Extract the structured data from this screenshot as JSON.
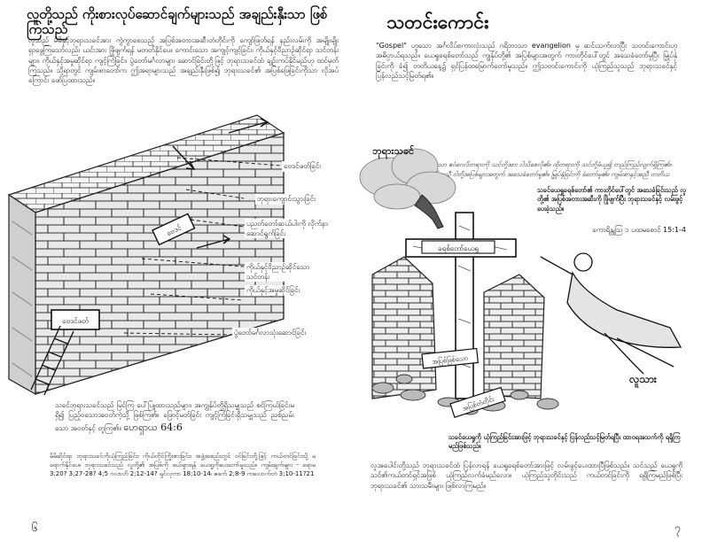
{
  "left_page": {
    "title": "လူတို့သည် ကိုးစားလုပ်ဆောင်ချက်များသည် အချည်းနှီးသာ ဖြစ်ကြသည်",
    "intro": "လူသည် မိမိနှင့်ဘုရားသခင်အား ကွဲကွာစေသည့် အပြစ်အတားအဆီးတံတိုင်းကို ကျော်ဖြတ်ရန် နည်းလမ်းကို အမျိုးမျိုး ရှာဖွေကြသော်လည်း ယင်းအား ဖြိုဖျက်ရန် မတတ်နိုင်ပေ။ ကောင်းသော အကျင့်ကျင့်ခြင်း၊ ကိုယ်နှင့်ဝိညာဉ်ဆိုင်ရာ သင်တန်းများ၊ ကိုယ်နှင့်အမှုဆိုင်ရာ ကျင့်ကြံခြင်း၊ ပွဲတော်မင်္ဂလာများ ဆောင်ခြင်းတို့ဖြင့် ဘုရားသခင်ထံ ချဉ်းကပ်နိုင်မည်ဟု ထင်မှတ်ကြသည်။ သို့ရာတွင် ကျမ်းစာတော်က ဤအရာများသည် အချည်းနှီးဖြစ်၍ ဘုရားသခင်၏ အပြစ်ဖြေခြင်းကိုသာ လိုအပ်ကြောင်း ဖော်ပြထားသည်။",
    "labels": [
      "ဗေဒင်ဖတ်ခြင်း",
      "ဘုရားကျောင်းသွားခြင်း",
      "ပညတ်တော်ဆယ်ပါးကို လိုက်နာဆောင်ရွက်ခြင်း",
      "ကိုယ်နှင့်ဝိညာဉ်ဆိုင်သော သင်တန်း",
      "ကိုယ်နှင့်အမှုဆိုင်ခြင်း",
      "ပွဲတော်မင်္ဂလာသုံးဆောင်ခြင်း"
    ],
    "wall_words": [
      "ဗေဒင်",
      "ဗေဒင်ဖတ်"
    ],
    "quote": "သခင်ဘုရားသခင်သည် မြင်ကြ ပေါ်ပြူထားသည်များ၊ အကျွန်ုပ်တို့ရှိသမျှသည် စင်ကြယ်ခြင်းမရှိ၍ ပြည့်ဝသောအဝတ်ကဲ့သို့ ဖြစ်ကြ၏။ ဖြောင့်မတ်ခြင်း ကျင့်ကြံခြင်းရှိသမျှသည် ညစ်ညမ်းသော အဝတ်နှင့် တူကြ၏။",
    "quote_ref": "ဟေရှာယ 64:6",
    "notes": "မိမိဆိုင်ရာ ဘုရားသခင်ကိုယုံကြည်ခြင်း၊ ကိုယ်တိုင်ကြိုးစားခြင်း၊ အဖွဲ့အစည်းတွင် ဝင်ခြင်းတို့ဖြင့် ကယ်တင်ခြင်းသို့ မရောက်နိုင်ပေ။ ဘုရားသခင်သည် လူတို့၏ အပြစ်ကို ဖယ်ရှားရန် ယေရှုကိုပေးတော်မူသည်။ ကျမ်းချက်များ - ရောမ 3:20? 3;27-28? 4;5 ဂလာတိ 2;12-14? ရှင်လုကာ 18;10-14၊ ဧဖက် 2;8-9 ကလောက်တဲ 3;10-11?21",
    "page_number": "၆"
  },
  "right_page": {
    "title": "သတင်းကောင်း",
    "intro": "\"Gospel\" ဟူသော အင်္ဂလိပ်စကားလုံးသည် ဂရိဘာသာ evangelion မှ ဆင်းသက်လာပြီး သတင်းကောင်းဟု အဓိပ္ပာယ်ရသည်။ ယေရှုခရစ်တော်သည် ကျွန်ုပ်တို့၏ အပြစ်များအတွက် ကားတိုင်ပေါ်တွင် အသေခံတော်မူပြီး မြှုပ်နှံခြင်းကို ခံ၍ တတိယနေ့၌ ရှင်ပြန်ထမြောက်တော်မူသည်။ ဤသတင်းကောင်းကို ယုံကြည်သူသည် ဘုရားသခင်နှင့် ပြန်လည်သင့်မြတ်ရ၏။",
    "verse": "ညီအစ်ကိုတို့၊ ငါဟောပြောသော ဧဝံဂေလိတရားကို သင်တို့အား ငါသိစေလို၏။ ထိုတရားကို သင်တို့ခံယူ၍ တည်ကြည်လျက်ရှိကြ၏။ ခရစ်တော်သည် ကျမ်းစာနှင့်အညီ ငါတို့အပြစ်များအတွက် အသေခံတော်မူ၏။ မြှုပ်နှံခြင်းကို ခံတော်မူ၏။ ကျမ်းစာနှင့်အညီ တတိယနေ့၌ ထမြောက်တော်မူ၏။",
    "verse_ref": "ကောရိန္သုသြ ၁ ပထမစောင် 15:1-4",
    "figure": {
      "cloud_label": "ဘုရားသခင်",
      "sign": "ခရစ်တော်ယေရှု",
      "right_caption": "သခင်ယေရှုခရစ်တော်၏ ကားတိုင်ပေါ်တွင် အသေခံခြင်းသည် လူတို့၏ အပြစ်အတားအဆီးကို ဖြိုဖျက်ပြီး ဘုရားသခင်နှင့် လမ်းဖွင့်ပေးခဲ့သည်။",
      "stone_word": "အပြစ်ဖြစ်သော",
      "stone_word2": "အပြစ်တံတိုင်း",
      "man_label": "လူသား"
    },
    "bottom_caption": "သခင်ယေရှုကို ယုံကြည်ခြင်းအားဖြင့် ဘုရားသခင်နှင့် ပြန်လည်သင့်မြတ်ရပြီး ထာဝရအသက်ကို ရရှိကြမည်ဖြစ်သည်။",
    "outro": "လူအပေါင်းတို့သည် ဘုရားသခင်ထံ ပြန်လာရန် ယေရှုခရစ်တော်အားဖြင့် လမ်းဖွင့်ပေးထားပြီဖြစ်သည်။ သင်သည် ယေရှုကို သင်၏ကယ်တင်ရှင်အဖြစ် ယုံကြည်လက်ခံမည်လော။ ယုံကြည်သူတိုင်းသည် ကယ်တင်ခြင်းကို ရရှိကြမည်ဖြစ်ပြီး ဘုရားသခင်၏ သားသမီးများ ဖြစ်လာကြမည်။",
    "page_number": "၇"
  }
}
